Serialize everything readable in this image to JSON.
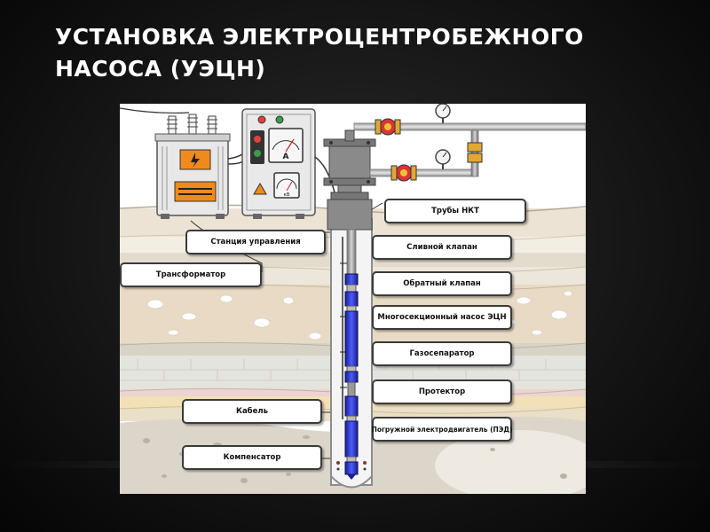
{
  "slide": {
    "title_line1": "УСТАНОВКА ЭЛЕКТРОЦЕНТРОБЕЖНОГО",
    "title_line2": "НАСОСА (УЭЦН)"
  },
  "diagram": {
    "labels": {
      "nkt_pipes": "Трубы НКТ",
      "control_station": "Станция управления",
      "drain_valve": "Сливной клапан",
      "transformer": "Трансформатор",
      "check_valve": "Обратный клапан",
      "multistage_pump": "Многосекционный насос ЭЦН",
      "gas_separator": "Газосепаратор",
      "protector": "Протектор",
      "cable": "Кабель",
      "submersible_motor": "Погружной электродвигатель (ПЭД)",
      "compensator": "Компенсатор"
    },
    "meter_labels": {
      "ammeter": "A",
      "voltmeter": "кВ"
    },
    "colors": {
      "pump_blue": "#2b34c8",
      "valve_red": "#d8343a",
      "warning_orange": "#f08a1c",
      "soil_tan": "#e8dac4",
      "well_gray": "#8c8c8c"
    },
    "icons": [
      "transformer-icon",
      "control-cabinet-icon",
      "pressure-gauge-icon",
      "gate-valve-icon",
      "wellhead-icon",
      "ammeter-icon",
      "voltmeter-icon",
      "high-voltage-warning-icon"
    ]
  }
}
